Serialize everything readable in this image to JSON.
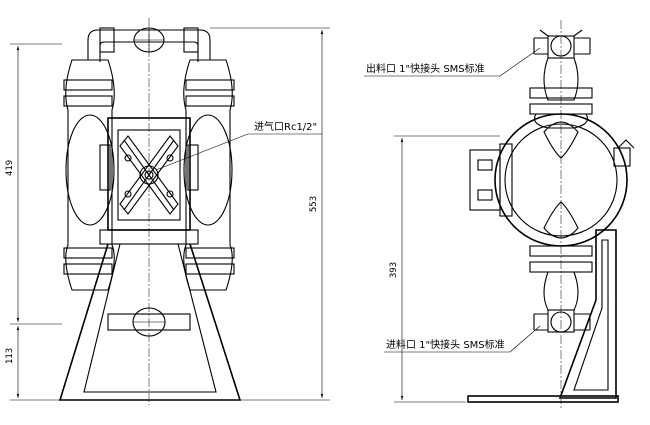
{
  "dimensions": {
    "height_419": "419",
    "height_553": "553",
    "height_113": "113",
    "height_393": "393"
  },
  "callouts": {
    "air_inlet": "进气口Rc1/2\"",
    "outlet": "出料口 1\"快接头 SMS标准",
    "inlet": "进料口 1\"快接头 SMS标准"
  }
}
